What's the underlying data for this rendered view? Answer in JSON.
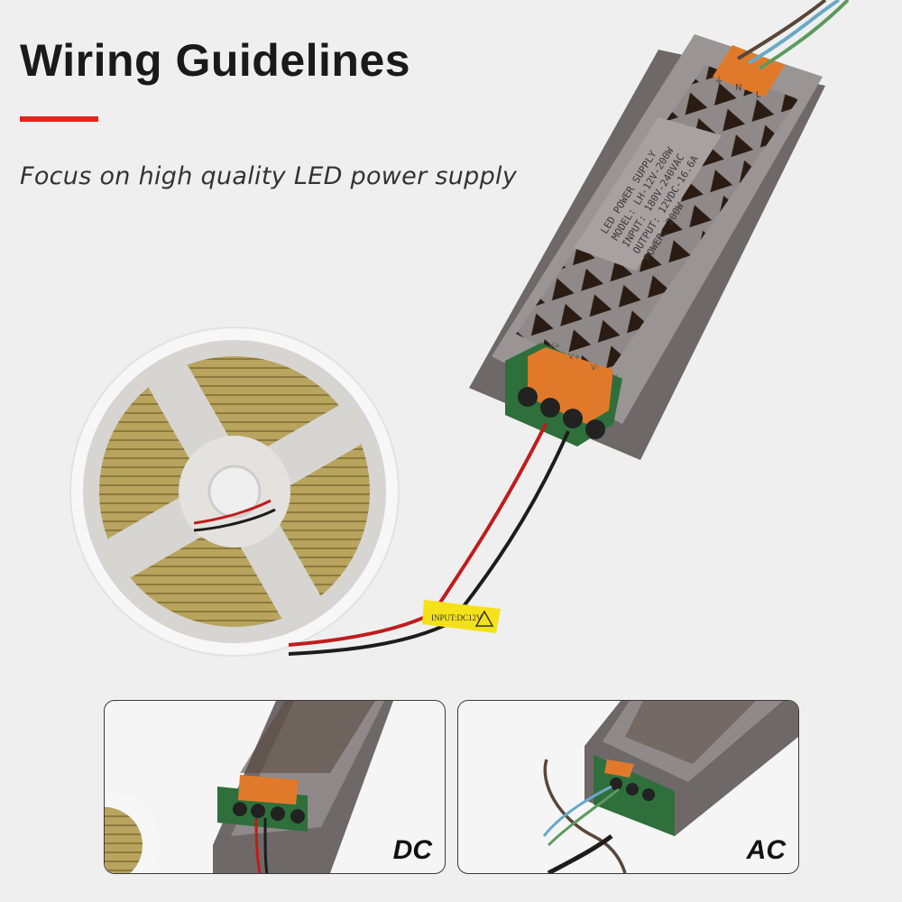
{
  "header": {
    "title": "Wiring Guidelines",
    "subtitle": "Focus on high quality LED power supply"
  },
  "colors": {
    "accent": "#e1251b",
    "text": "#1a1a1a",
    "background": "#efefef",
    "psu_body": "#8b8585",
    "terminal_cover": "#e07a2a",
    "led_strip": "#b5a25d",
    "label_tag": "#f5e11a"
  },
  "product": {
    "psu_label_lines": [
      "LED POWER SUPPLY",
      "MODEL: LH-12V-200W",
      "INPUT: 180V-240VAC",
      "OUTPUT: 12VDC-16.6A",
      "POWER: 200W"
    ],
    "psu_top_terminals": [
      "⏚",
      "N",
      "L"
    ],
    "psu_bottom_terminals": [
      "V+",
      "V+",
      "V-",
      "V-"
    ],
    "input_tag": "INPUT:DC12V"
  },
  "panels": [
    {
      "label": "DC"
    },
    {
      "label": "AC"
    }
  ]
}
